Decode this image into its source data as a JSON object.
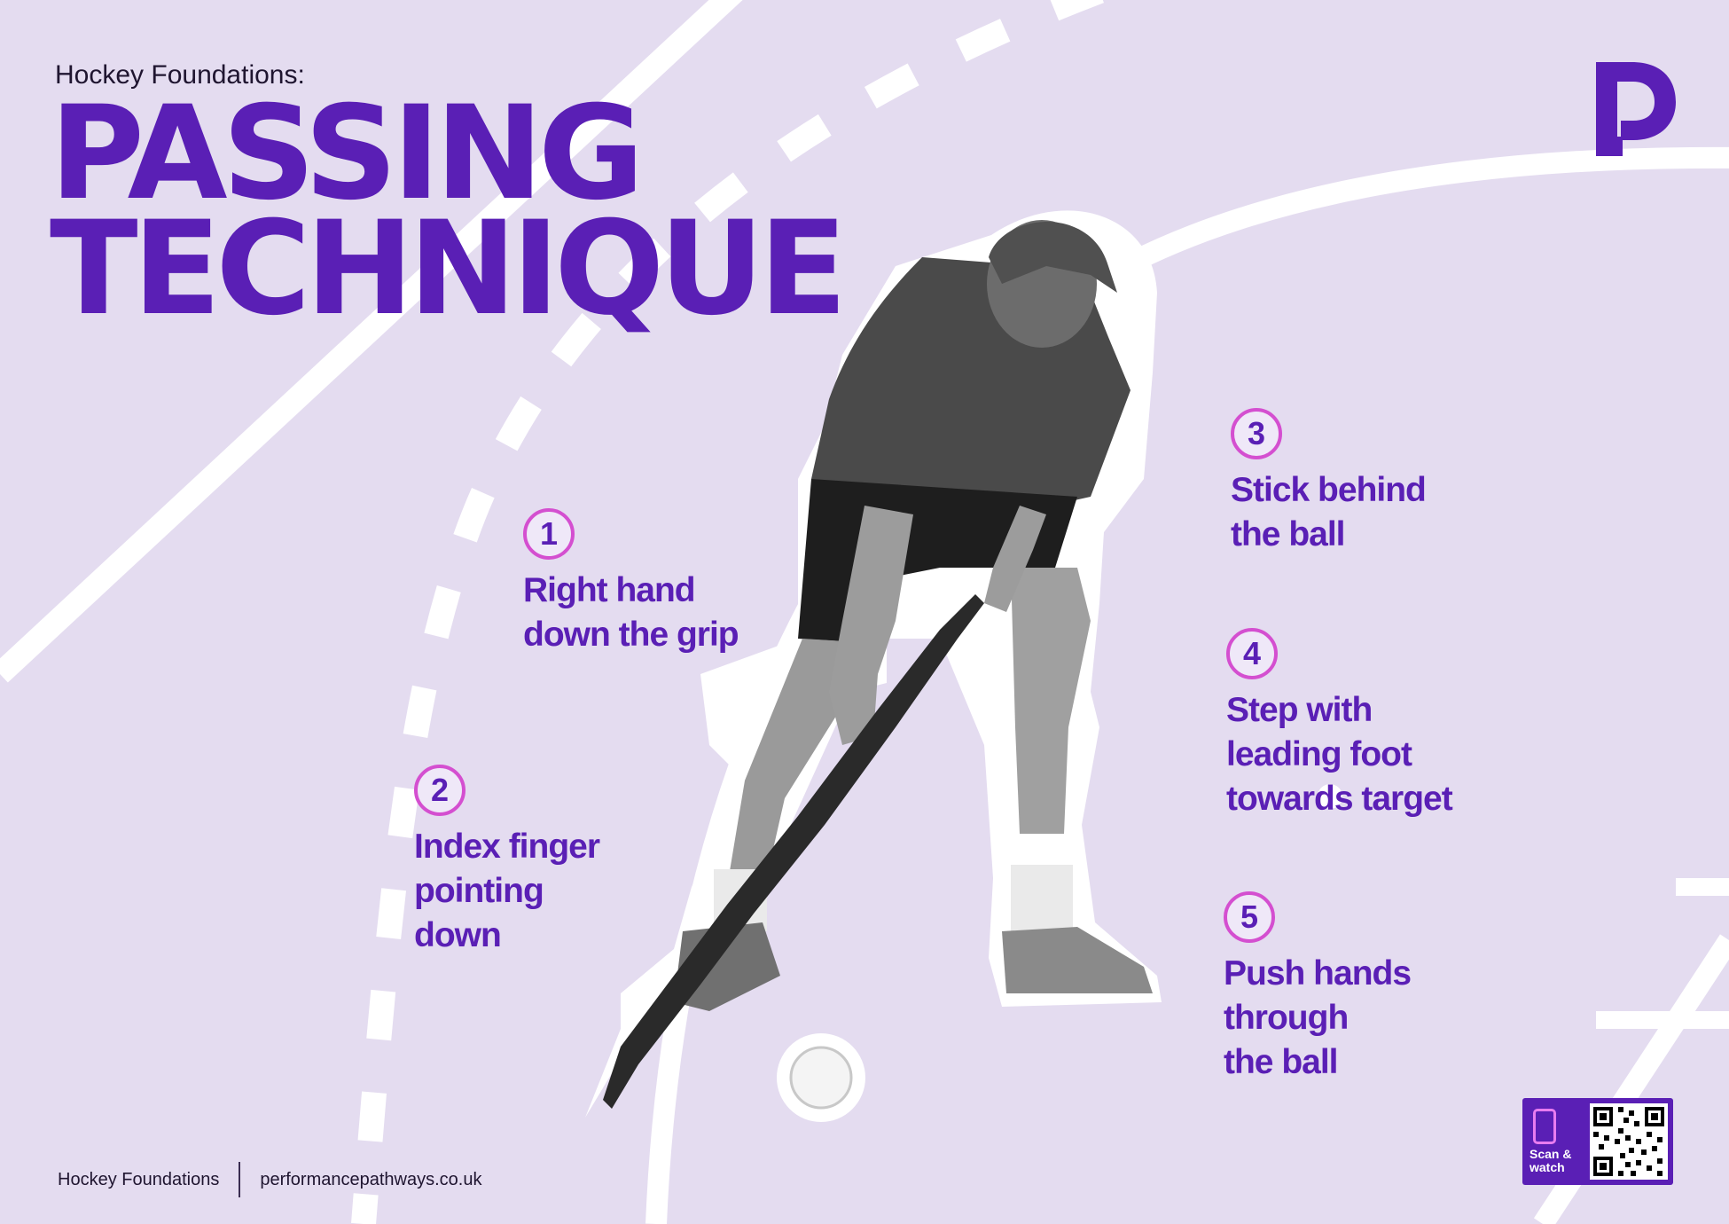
{
  "header": {
    "subtitle": "Hockey Foundations:",
    "title_line1": "PASSING",
    "title_line2": "TECHNIQUE"
  },
  "steps": [
    {
      "number": "1",
      "text": "Right hand\ndown the grip"
    },
    {
      "number": "2",
      "text": "Index finger\npointing\ndown"
    },
    {
      "number": "3",
      "text": "Stick behind\nthe ball"
    },
    {
      "number": "4",
      "text": "Step with\nleading foot\ntowards target"
    },
    {
      "number": "5",
      "text": "Push hands\nthrough\nthe ball"
    }
  ],
  "footer": {
    "left": "Hockey Foundations",
    "right": "performancepathways.co.uk"
  },
  "qr": {
    "label": "Scan &\nwatch"
  },
  "colors": {
    "background": "#e4dcf0",
    "brand_purple": "#5a1fb5",
    "accent_pink": "#d44fd0",
    "pitch_lines": "#ffffff"
  },
  "icons": {
    "logo": "performance-pathways-logo",
    "phone": "phone-icon",
    "qr": "qr-code"
  }
}
